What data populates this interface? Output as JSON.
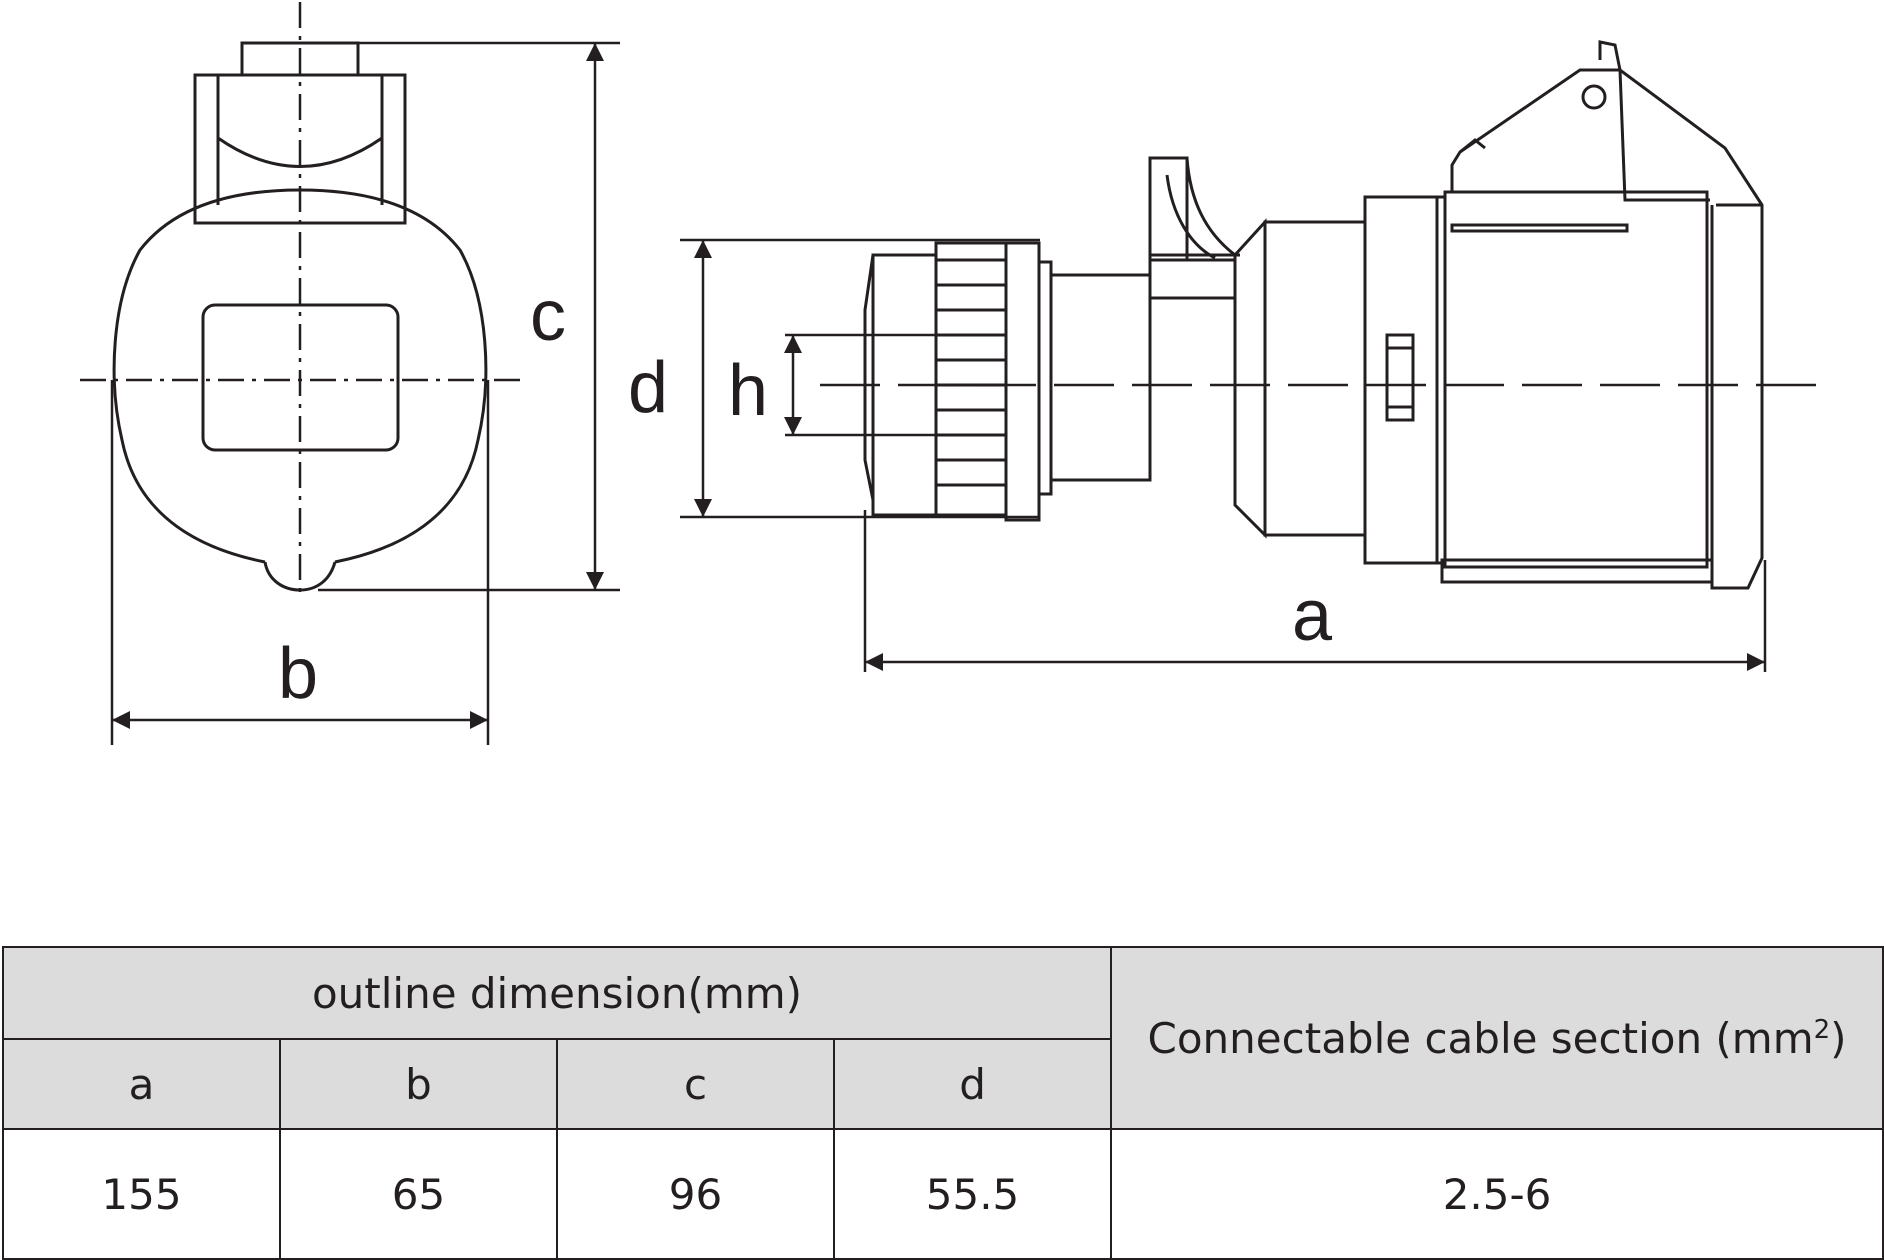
{
  "drawing": {
    "labels": {
      "a": "a",
      "b": "b",
      "c": "c",
      "d": "d",
      "h": "h"
    },
    "line_color": "#231f20"
  },
  "table": {
    "group_header": "outline dimension(mm)",
    "cable_header": "Connectable cable section (mm",
    "cable_header_sup": "2",
    "cable_header_close": ")",
    "columns": [
      "a",
      "b",
      "c",
      "d"
    ],
    "values": [
      "155",
      "65",
      "96",
      "55.5"
    ],
    "cable_value": "2.5-6",
    "header_bg": "#dcdcdc"
  }
}
